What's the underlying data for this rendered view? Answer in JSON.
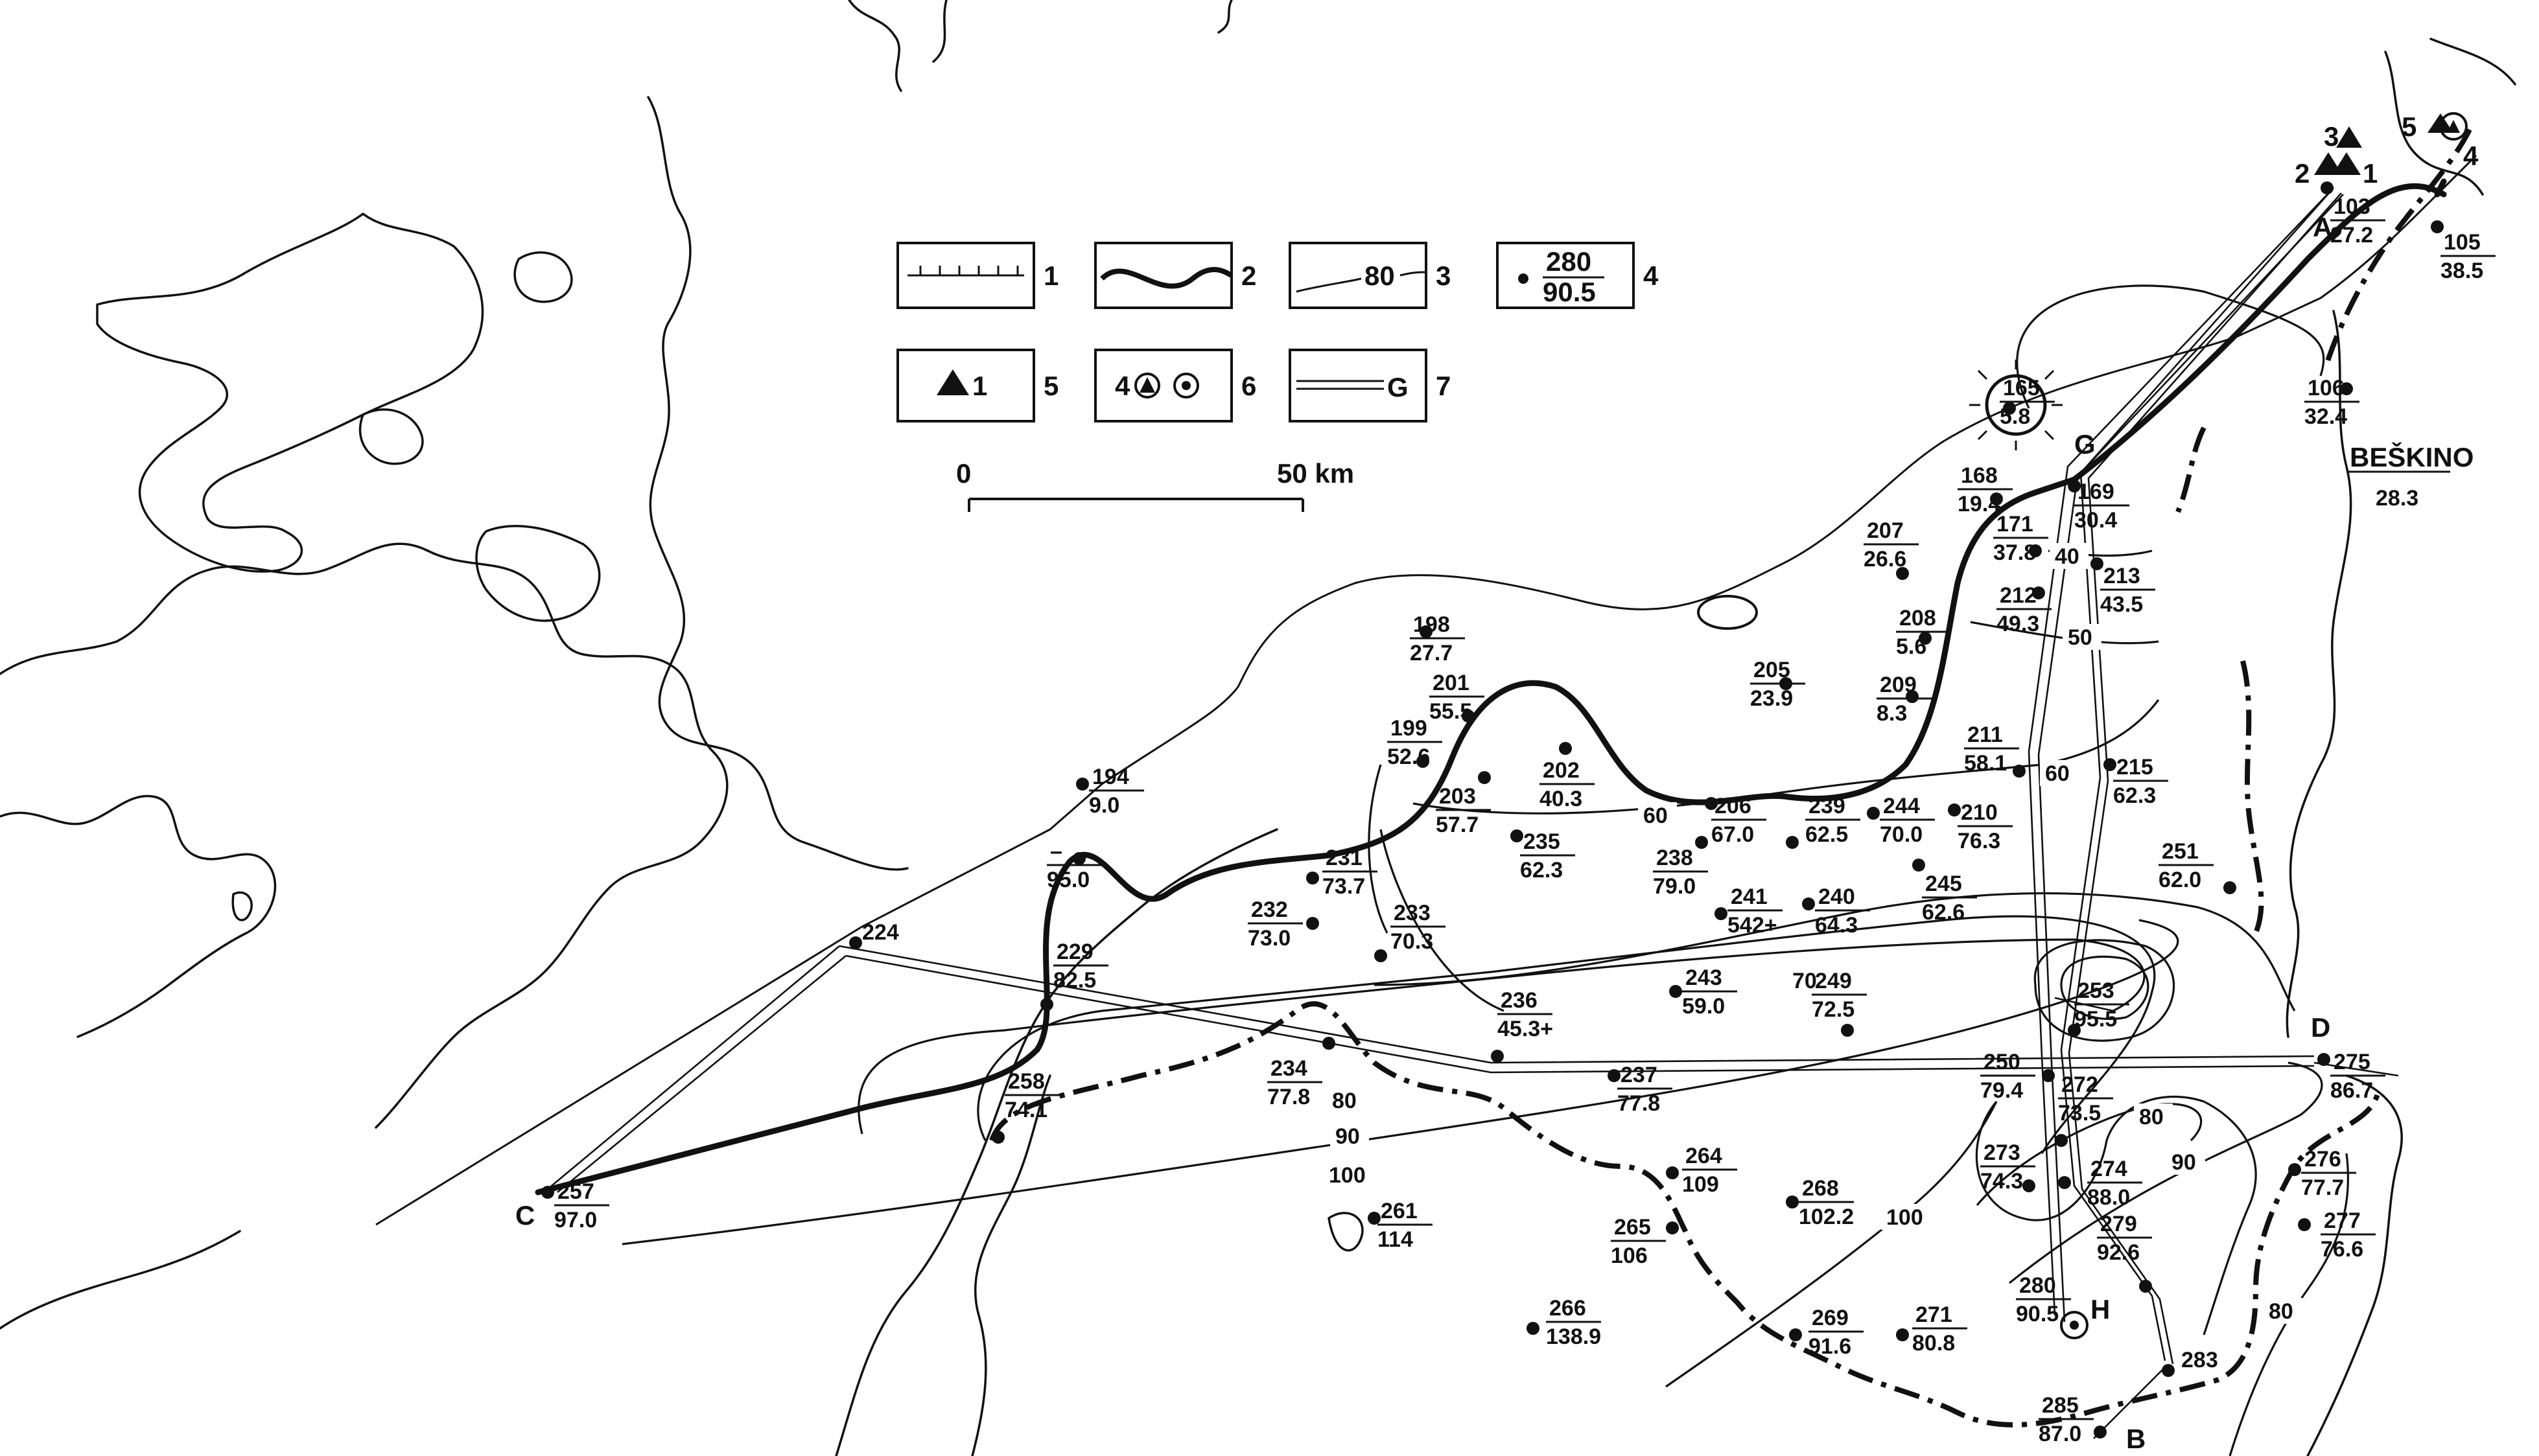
{
  "legend": {
    "items": [
      {
        "number": "1",
        "label": "",
        "symbol": "hatched-line-icon"
      },
      {
        "number": "2",
        "label": "",
        "symbol": "thick-wave-line-icon"
      },
      {
        "number": "3",
        "label": "80",
        "symbol": "isoline-icon"
      },
      {
        "number": "4",
        "label_top": "280",
        "label_bottom": "90.5",
        "symbol": "well-dot-icon"
      },
      {
        "number": "5",
        "label": "1",
        "symbol": "triangle-icon"
      },
      {
        "number": "6",
        "label": "4",
        "symbol": "circled-triangle-and-target-icon"
      },
      {
        "number": "7",
        "label": "G",
        "symbol": "double-line-icon"
      }
    ]
  },
  "scale": {
    "left": "0",
    "right": "50 km"
  },
  "place_names": [
    {
      "name": "BEŠKINO"
    }
  ],
  "profile_letters": [
    "A",
    "B",
    "C",
    "D",
    "G",
    "H"
  ],
  "triangle_labels": [
    "1",
    "2",
    "3",
    "4",
    "5"
  ],
  "isoline_values": [
    "40",
    "50",
    "60",
    "60",
    "70",
    "80",
    "80",
    "80",
    "90",
    "90",
    "100",
    "100"
  ],
  "stations": [
    {
      "id": "103",
      "value": "27.2"
    },
    {
      "id": "105",
      "value": "38.5"
    },
    {
      "id": "106",
      "value": "32.4"
    },
    {
      "id": "",
      "value": "28.3"
    },
    {
      "id": "165",
      "value": "5.8"
    },
    {
      "id": "168",
      "value": "19.4"
    },
    {
      "id": "169",
      "value": "30.4"
    },
    {
      "id": "171",
      "value": "37.8"
    },
    {
      "id": "207",
      "value": "26.6"
    },
    {
      "id": "212",
      "value": "49.3"
    },
    {
      "id": "213",
      "value": "43.5"
    },
    {
      "id": "208",
      "value": "5.6"
    },
    {
      "id": "198",
      "value": "27.7"
    },
    {
      "id": "205",
      "value": "23.9"
    },
    {
      "id": "209",
      "value": "8.3"
    },
    {
      "id": "201",
      "value": "55.5"
    },
    {
      "id": "199",
      "value": "52.6"
    },
    {
      "id": "202",
      "value": "40.3"
    },
    {
      "id": "211",
      "value": "58.1"
    },
    {
      "id": "215",
      "value": "62.3"
    },
    {
      "id": "194",
      "value": "9.0"
    },
    {
      "id": "203",
      "value": "57.7"
    },
    {
      "id": "206",
      "value": "67.0"
    },
    {
      "id": "239",
      "value": "62.5"
    },
    {
      "id": "244",
      "value": "70.0"
    },
    {
      "id": "210",
      "value": "76.3"
    },
    {
      "id": "–",
      "value": "95.0"
    },
    {
      "id": "231",
      "value": "73.7"
    },
    {
      "id": "235",
      "value": "62.3"
    },
    {
      "id": "238",
      "value": "79.0"
    },
    {
      "id": "251",
      "value": "62.0"
    },
    {
      "id": "245",
      "value": "62.6"
    },
    {
      "id": "232",
      "value": "73.0"
    },
    {
      "id": "233",
      "value": "70.3"
    },
    {
      "id": "241",
      "value": "542+"
    },
    {
      "id": "240",
      "value": "64.3"
    },
    {
      "id": "224",
      "value": ""
    },
    {
      "id": "229",
      "value": "82.5"
    },
    {
      "id": "243",
      "value": "59.0"
    },
    {
      "id": "249",
      "value": "72.5"
    },
    {
      "id": "253",
      "value": "95.5"
    },
    {
      "id": "236",
      "value": "45.3+"
    },
    {
      "id": "234",
      "value": "77.8"
    },
    {
      "id": "258",
      "value": "74.1"
    },
    {
      "id": "237",
      "value": "77.8"
    },
    {
      "id": "250",
      "value": "79.4"
    },
    {
      "id": "272",
      "value": "73.5"
    },
    {
      "id": "275",
      "value": "86.7"
    },
    {
      "id": "264",
      "value": "109"
    },
    {
      "id": "268",
      "value": "102.2"
    },
    {
      "id": "273",
      "value": "74.3"
    },
    {
      "id": "274",
      "value": "88.0"
    },
    {
      "id": "276",
      "value": "77.7"
    },
    {
      "id": "257",
      "value": "97.0"
    },
    {
      "id": "261",
      "value": "114"
    },
    {
      "id": "265",
      "value": "106"
    },
    {
      "id": "279",
      "value": "92.6"
    },
    {
      "id": "277",
      "value": "76.6"
    },
    {
      "id": "266",
      "value": "138.9"
    },
    {
      "id": "269",
      "value": "91.6"
    },
    {
      "id": "271",
      "value": "80.8"
    },
    {
      "id": "280",
      "value": "90.5"
    },
    {
      "id": "283",
      "value": ""
    },
    {
      "id": "285",
      "value": "87.0"
    }
  ]
}
